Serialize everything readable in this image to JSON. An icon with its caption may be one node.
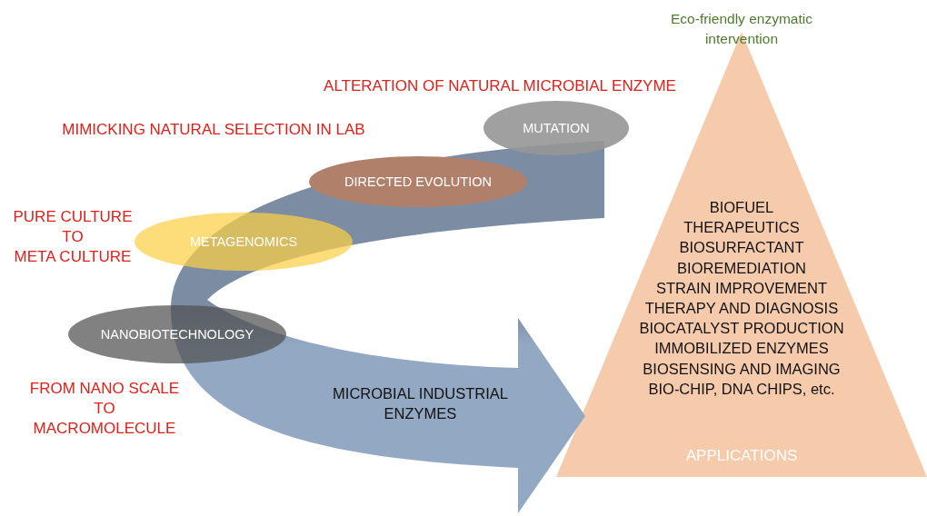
{
  "diagram": {
    "nodes": [
      {
        "text": [
          "MUTATION"
        ]
      },
      {
        "text": [
          "DIRECTED EVOLUTION"
        ],
        "beside": [
          "MIMICKING NATURAL SELECTION IN LAB"
        ]
      },
      {
        "text": [
          "METAGENOMICS"
        ],
        "beside": [
          "PURE CULTURE",
          "TO",
          "META CULTURE"
        ]
      },
      {
        "text": [
          "NANOBIOTECHNOLOGY"
        ],
        "beside": [
          "FROM NANO SCALE",
          "TO",
          "MACROMOLECULE"
        ]
      },
      {
        "text": [
          "Eco-friendly enzymatic intervention",
          "BIOFUEL",
          "THERAPEUTICS",
          "BIOSURFACTANT",
          "BIOREMEDIATION",
          "STRAIN IMPROVEMENT",
          "THERAPY AND DIAGNOSIS",
          "BIOCATALYST PRODUCTION",
          "IMMOBILIZED ENZYMES",
          "BIOSENSING AND IMAGING",
          "BIO-CHIP, DNA CHIPS, etc.",
          "APPLICATIONS"
        ]
      }
    ],
    "edges": [
      {
        "from": null,
        "to": 4,
        "arrow": "to",
        "label": "MICROBIAL INDUSTRIAL ENZYMES"
      }
    ],
    "labels": [
      "ALTERATION OF NATURAL MICROBIAL ENZYME"
    ]
  }
}
